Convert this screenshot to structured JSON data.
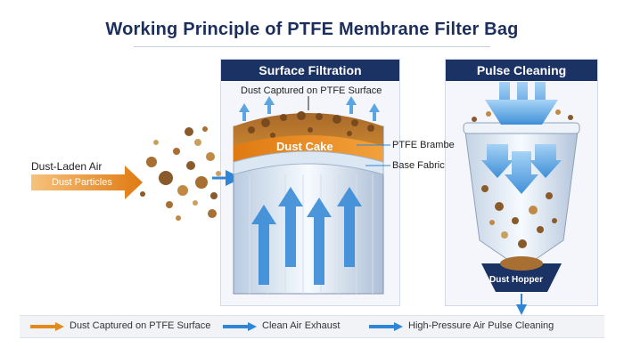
{
  "title": "Working Principle of PTFE Membrane Filter Bag",
  "panels": {
    "surface": {
      "header": "Surface Filtration"
    },
    "pulse": {
      "header": "Pulse Cleaning"
    }
  },
  "labels": {
    "dust_captured": "Dust Captured on PTFE Surface",
    "dust_cake": "Dust Cake",
    "ptfe_layer": "PTFE Brambe",
    "base_fabric": "Base Fabric",
    "dusty_air": "Dust-Laden Air",
    "dust_particles": "Dust Particles",
    "dust_hopper": "Dust Hopper"
  },
  "legend": [
    {
      "label": "Dust Captured on PTFE Surface",
      "color": "#e38a1f"
    },
    {
      "label": "Clean Air Exhaust",
      "color": "#2f86d6"
    },
    {
      "label": "High-Pressure Air Pulse Cleaning",
      "color": "#2f86d6"
    }
  ],
  "colors": {
    "navy": "#1b3264",
    "orange": "#e38a1f",
    "blue": "#2f86d6",
    "dust_brown": "#8a5a2b"
  }
}
